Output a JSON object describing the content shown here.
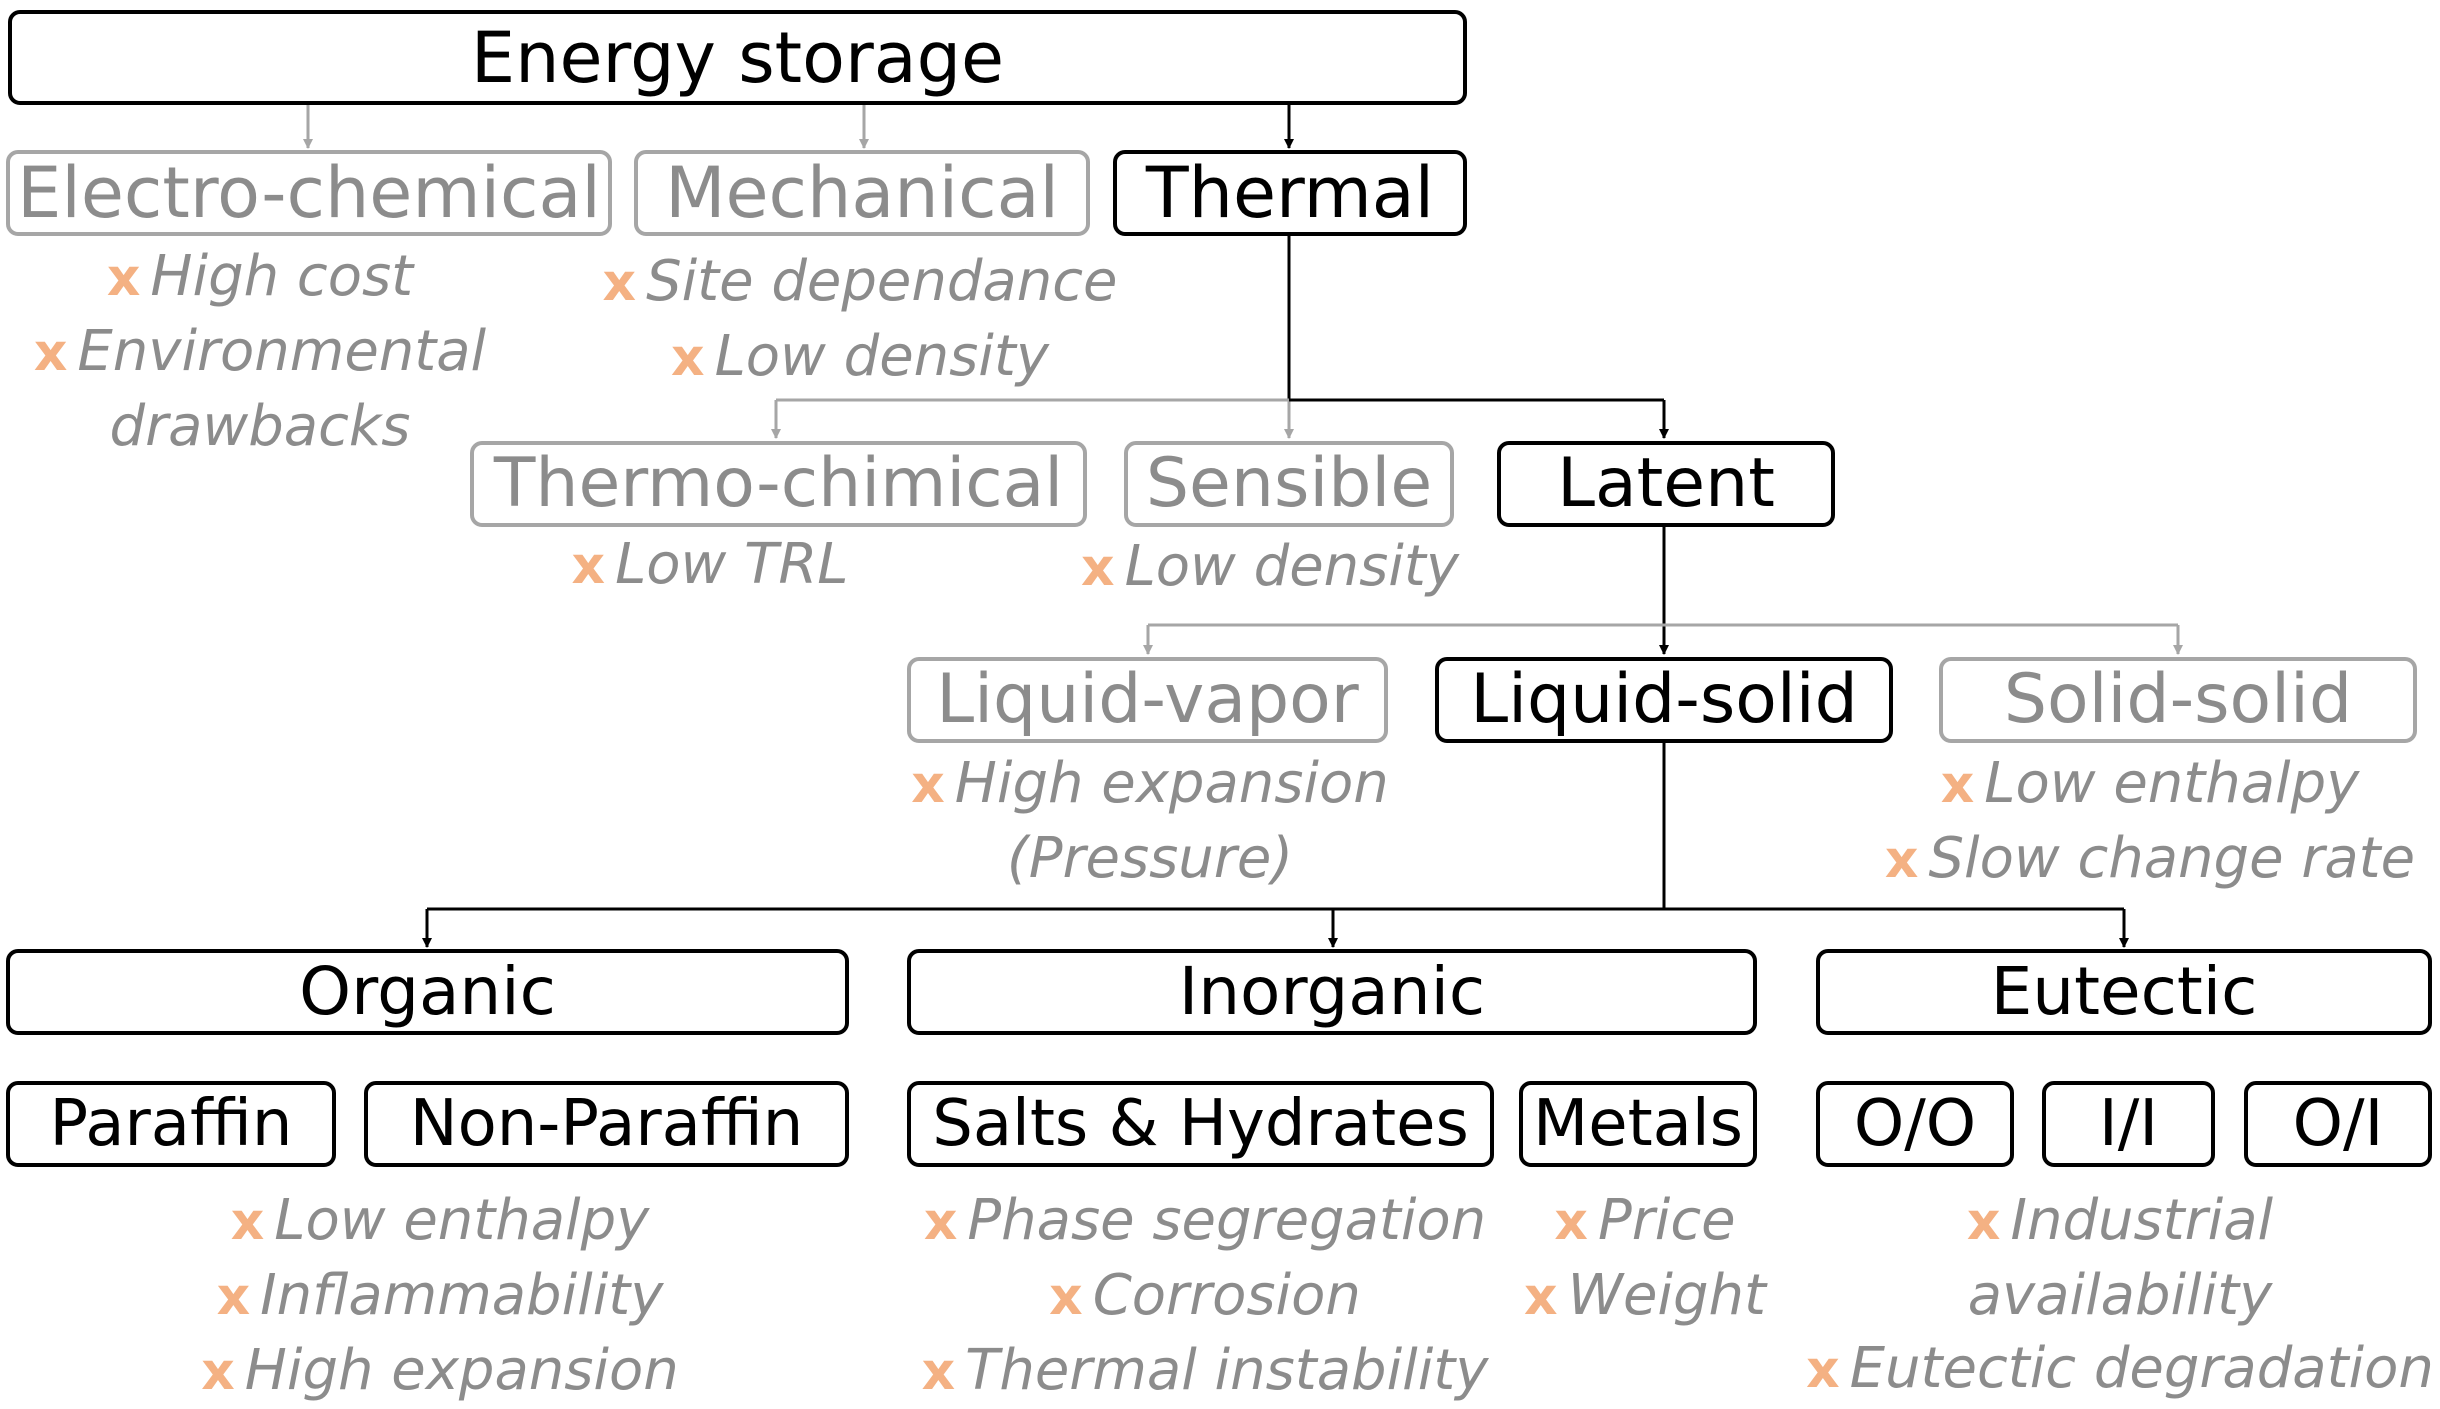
{
  "nodes": {
    "energy_storage": "Energy  storage",
    "electro_chemical": "Electro-chemical",
    "mechanical": "Mechanical",
    "thermal": "Thermal",
    "thermo_chemical": "Thermo-chimical",
    "sensible": "Sensible",
    "latent": "Latent",
    "liquid_vapor": "Liquid-vapor",
    "liquid_solid": "Liquid-solid",
    "solid_solid": "Solid-solid",
    "organic": "Organic",
    "inorganic": "Inorganic",
    "eutectic": "Eutectic",
    "paraffin": "Paraffin",
    "non_paraffin": "Non-Paraffin",
    "salts_hydrates": "Salts & Hydrates",
    "metals": "Metals",
    "o_o": "O/O",
    "i_i": "I/I",
    "o_i": "O/I"
  },
  "drawbacks": {
    "marker": "x",
    "electro_chemical": [
      "High cost",
      "Environmental",
      "drawbacks"
    ],
    "mechanical": [
      "Site dependance",
      "Low density"
    ],
    "thermo_chemical": [
      "Low TRL"
    ],
    "sensible": [
      "Low density"
    ],
    "liquid_vapor": [
      "High expansion",
      "(Pressure)"
    ],
    "solid_solid": [
      "Low enthalpy",
      "Slow change rate"
    ],
    "organic": [
      "Low enthalpy",
      "Inflammability",
      "High expansion"
    ],
    "salts_hydrates": [
      "Phase segregation",
      "Corrosion",
      "Thermal instability"
    ],
    "metals": [
      "Price",
      "Weight"
    ],
    "eutectic": [
      "Industrial",
      "availability",
      "Eutectic degradation"
    ]
  },
  "colors": {
    "selected": "#000000",
    "discarded_border": "#a6a6a6",
    "discarded_text": "#8c8c8c",
    "marker": "#f4b183"
  }
}
